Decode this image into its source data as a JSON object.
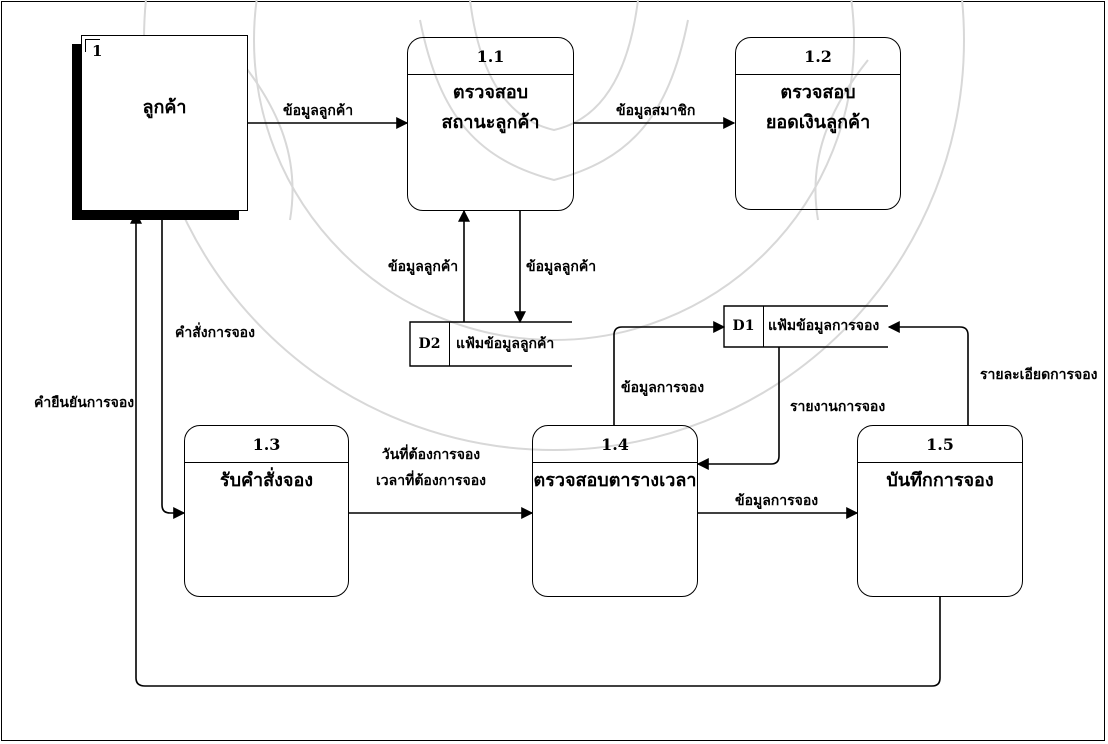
{
  "entity": {
    "id": "1",
    "name": "ลูกค้า"
  },
  "processes": {
    "p11": {
      "id": "1.1",
      "line1": "ตรวจสอบ",
      "line2": "สถานะลูกค้า"
    },
    "p12": {
      "id": "1.2",
      "line1": "ตรวจสอบ",
      "line2": "ยอดเงินลูกค้า"
    },
    "p13": {
      "id": "1.3",
      "line1": "รับคำสั่งจอง"
    },
    "p14": {
      "id": "1.4",
      "line1": "ตรวจสอบตารางเวลา"
    },
    "p15": {
      "id": "1.5",
      "line1": "บันทึกการจอง"
    }
  },
  "stores": {
    "d1": {
      "id": "D1",
      "name": "แฟ้มข้อมูลการจอง"
    },
    "d2": {
      "id": "D2",
      "name": "แฟ้มข้อมูลลูกค้า"
    }
  },
  "flows": {
    "entity_to_p11": "ข้อมูลลูกค้า",
    "p11_to_p12": "ข้อมูลสมาชิก",
    "d2_to_p11": "ข้อมูลลูกค้า",
    "p11_to_d2": "ข้อมูลลูกค้า",
    "entity_to_p13": "คำสั่งการจอง",
    "p15_to_entity": "คำยืนยันการจอง",
    "p13_to_p14_line1": "วันที่ต้องการจอง",
    "p13_to_p14_line2": "เวลาที่ต้องการจอง",
    "p14_to_d1": "ข้อมูลการจอง",
    "d1_to_p14": "รายงานการจอง",
    "p15_to_d1": "รายละเอียดการจอง",
    "p14_to_p15": "ข้อมูลการจอง"
  }
}
